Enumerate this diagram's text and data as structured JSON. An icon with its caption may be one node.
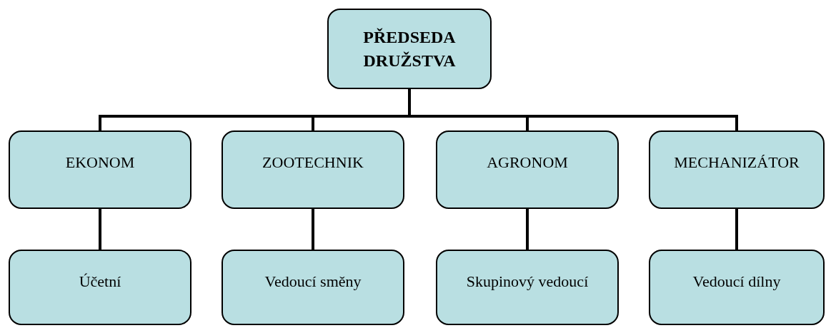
{
  "diagram": {
    "nodes": [
      {
        "text": [
          "PŘEDSEDA DRUŽSTVA"
        ]
      },
      {
        "text": [
          "EKONOM"
        ]
      },
      {
        "text": [
          "ZOOTECHNIK"
        ]
      },
      {
        "text": [
          "AGRONOM"
        ]
      },
      {
        "text": [
          "MECHANIZÁTOR"
        ]
      },
      {
        "text": [
          "Účetní"
        ]
      },
      {
        "text": [
          "Vedoucí směny"
        ]
      },
      {
        "text": [
          "Skupinový vedoucí"
        ]
      },
      {
        "text": [
          "Vedoucí dílny"
        ]
      }
    ],
    "edges": [
      {
        "from": 0,
        "to": 1,
        "arrow": "none"
      },
      {
        "from": 0,
        "to": 2,
        "arrow": "none"
      },
      {
        "from": 0,
        "to": 3,
        "arrow": "none"
      },
      {
        "from": 0,
        "to": 4,
        "arrow": "none"
      },
      {
        "from": 1,
        "to": 5,
        "arrow": "none"
      },
      {
        "from": 2,
        "to": 6,
        "arrow": "none"
      },
      {
        "from": 3,
        "to": 7,
        "arrow": "none"
      },
      {
        "from": 4,
        "to": 8,
        "arrow": "none"
      }
    ]
  }
}
